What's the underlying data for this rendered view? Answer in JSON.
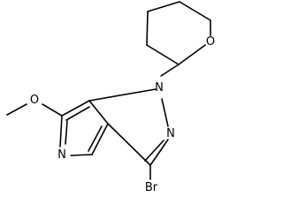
{
  "molecule": {
    "atoms": {
      "methoxy_O": "O",
      "pyridine_N": "N",
      "pyrazole_N1": "N",
      "pyrazole_N2": "N",
      "bromo": "Br",
      "pyran_O": "O"
    }
  }
}
